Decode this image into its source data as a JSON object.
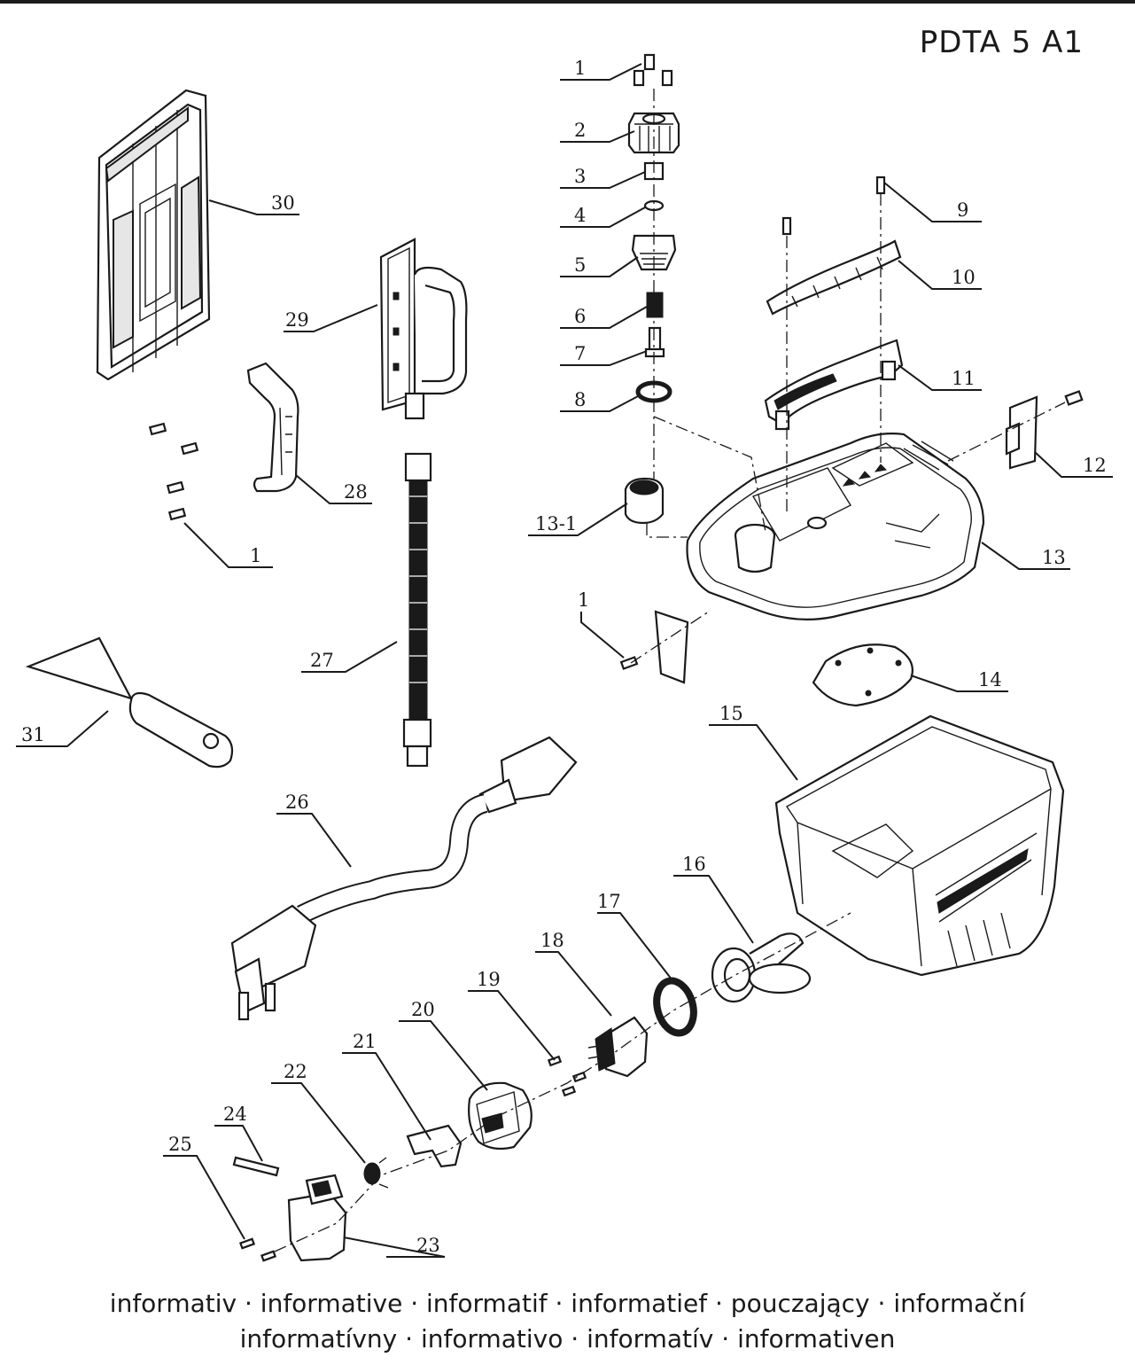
{
  "header": {
    "model": "PDTA 5 A1"
  },
  "footer": {
    "line1": "informativ · informative · informatif · informatief · pouczający · informační",
    "line2": "informatívny · informativo · informatív · informativen"
  },
  "callouts": [
    "1",
    "2",
    "3",
    "4",
    "5",
    "6",
    "7",
    "8",
    "9",
    "10",
    "11",
    "12",
    "13-1",
    "13",
    "1",
    "14",
    "15",
    "16",
    "17",
    "18",
    "19",
    "20",
    "21",
    "22",
    "23",
    "24",
    "25",
    "26",
    "27",
    "28",
    "1",
    "29",
    "30",
    "31"
  ]
}
